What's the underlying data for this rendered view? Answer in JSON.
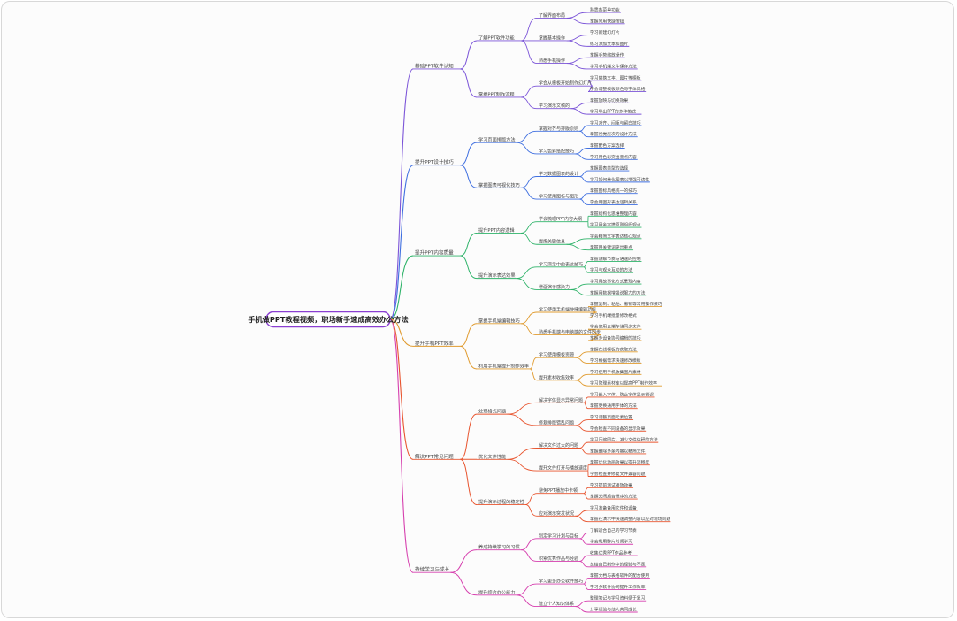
{
  "root": "手机做PPT教程视频，职场新手速成高效办公方法",
  "branches": [
    {
      "label": "基础PPT软件认知",
      "color": "#7b54d8",
      "children": [
        {
          "label": "了解PPT软件功能",
          "children": [
            {
              "label": "了解界面布局",
              "children": [
                "熟悉各菜单功能",
                "掌握常用快捷按钮"
              ]
            },
            {
              "label": "掌握基本操作",
              "children": [
                "学习新建幻灯片",
                "练习添加文本和图片"
              ]
            },
            {
              "label": "熟悉手机操作",
              "children": [
                "掌握手势缩放操作",
                "学习手机端文件保存方法"
              ]
            }
          ]
        },
        {
          "label": "掌握PPT制作流程",
          "children": [
            {
              "label": "学会从模板开始制作幻灯片",
              "children": [
                "学习替换文本、图片等模板",
                "学会调整模板颜色与字体风格"
              ]
            },
            {
              "label": "学习演示文稿的",
              "children": [
                "掌握放映与切换效果",
                "学习导出PPT的多种格式"
              ]
            }
          ]
        }
      ]
    },
    {
      "label": "提升PPT设计技巧",
      "color": "#3f6fe0",
      "children": [
        {
          "label": "学习页面排版方法",
          "children": [
            {
              "label": "掌握对齐与排版原则",
              "children": [
                "学习对齐、间距与留白技巧",
                "掌握视觉层次的设计方法"
              ]
            },
            {
              "label": "学习色彩搭配技巧",
              "children": [
                "掌握配色方案选择",
                "学习用色彩突出重点内容"
              ]
            }
          ]
        },
        {
          "label": "掌握图表可视化技巧",
          "children": [
            {
              "label": "学习数据图表的设计",
              "children": [
                "掌握图表类型的选择",
                "学习如何美化图表以增强可读性"
              ]
            },
            {
              "label": "学习使用图标与图形",
              "children": [
                "掌握图标风格统一的技巧",
                "学会用图形表达逻辑关系"
              ]
            }
          ]
        }
      ]
    },
    {
      "label": "提升PPT内容质量",
      "color": "#2fb36a",
      "children": [
        {
          "label": "提升PPT内容逻辑",
          "children": [
            {
              "label": "学会梳理PPT内容大纲",
              "children": [
                "掌握结构化思维整理内容",
                "学习用金字塔原则组织观点"
              ]
            },
            {
              "label": "提炼关键信息",
              "children": [
                "学会精简文字表达核心观点",
                "掌握用关键词突出重点"
              ]
            }
          ]
        },
        {
          "label": "提升演示表达效果",
          "children": [
            {
              "label": "学习演示中的表达技巧",
              "children": [
                "掌握讲解节奏与语速的控制",
                "学习与观众互动的方法"
              ]
            },
            {
              "label": "增强演示感染力",
              "children": [
                "学习用故事化方式呈现内容",
                "掌握用数据增强说服力的方法"
              ]
            }
          ]
        }
      ]
    },
    {
      "label": "提升手机PPT效率",
      "color": "#e09b2f",
      "children": [
        {
          "label": "掌握手机端编辑技巧",
          "children": [
            {
              "label": "学习使用手机端快捷编辑功能",
              "children": [
                "掌握复制、粘贴、撤销等常用操作技巧",
                "学习手机端批量修改格式"
              ]
            },
            {
              "label": "熟悉手机端与电脑端的文件同步",
              "children": [
                "学会使用云端存储同步文件",
                "掌握多设备协同编辑的技巧"
              ]
            }
          ]
        },
        {
          "label": "利用手机端提升制作效率",
          "children": [
            {
              "label": "学习使用模板资源",
              "children": [
                "掌握在线模板的获取方法",
                "学习根据需求快速修改模板"
              ]
            },
            {
              "label": "提升素材收集效率",
              "children": [
                "学习使用手机收集图片素材",
                "学习管理素材库以提高PPT制作效率"
              ]
            }
          ]
        }
      ]
    },
    {
      "label": "解决PPT常见问题",
      "color": "#e8542e",
      "children": [
        {
          "label": "处理格式问题",
          "children": [
            {
              "label": "解决字体显示异常问题",
              "children": [
                "学习嵌入字体，防止字体显示错误",
                "掌握更换通用字体的方法"
              ]
            },
            {
              "label": "修复排版错乱问题",
              "children": [
                "学习调整页面元素位置",
                "学会检查不同设备的显示效果"
              ]
            }
          ]
        },
        {
          "label": "优化文件性能",
          "children": [
            {
              "label": "解决文件过大的问题",
              "children": [
                "学习压缩图片，减少文件体积的方法",
                "掌握删除多余内容以精简文件"
              ]
            },
            {
              "label": "提升文件打开与播放速度",
              "children": [
                "掌握优化动画效果以提升流畅度",
                "学会检查并修复文件兼容问题"
              ]
            }
          ]
        },
        {
          "label": "提升演示过程的稳定性",
          "children": [
            {
              "label": "避免PPT播放中卡顿",
              "children": [
                "学习提前测试播放效果",
                "掌握关闭后台程序的方法"
              ]
            },
            {
              "label": "应对演示突发状况",
              "children": [
                "学习准备备用文件和设备",
                "掌握在演示中快速调整内容以应对现场问题"
              ]
            }
          ]
        }
      ]
    },
    {
      "label": "持续学习与成长",
      "color": "#d63fae",
      "children": [
        {
          "label": "养成持续学习的习惯",
          "children": [
            {
              "label": "制定学习计划与目标",
              "children": [
                "了解适合自己的学习节奏",
                "学会利用碎片时间学习"
              ]
            },
            {
              "label": "积累优秀作品与经验",
              "children": [
                "收集优秀PPT作品参考",
                "总结自己制作中的经验与不足"
              ]
            }
          ]
        },
        {
          "label": "提升综合办公能力",
          "children": [
            {
              "label": "学习更多办公软件技巧",
              "children": [
                "掌握文档与表格软件的配合使用",
                "学习多软件协同提升工作效率"
              ]
            },
            {
              "label": "建立个人知识体系",
              "children": [
                "整理笔记与学习资料便于复习",
                "分享经验与他人共同成长"
              ]
            }
          ]
        }
      ]
    }
  ]
}
